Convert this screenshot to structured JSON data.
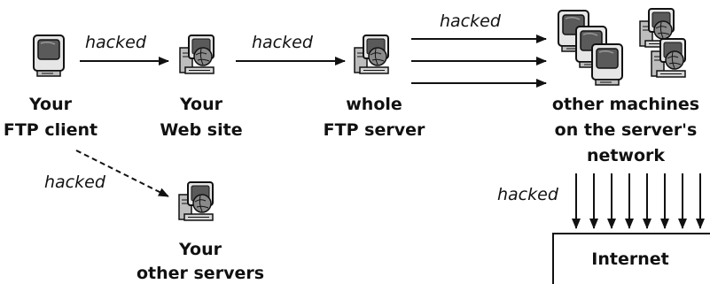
{
  "nodes": {
    "ftp_client": {
      "line1": "Your",
      "line2": "FTP client",
      "icon": "computer-icon"
    },
    "web_site": {
      "line1": "Your",
      "line2": "Web site",
      "icon": "server-icon"
    },
    "ftp_server": {
      "line1": "whole",
      "line2": "FTP server",
      "icon": "server-icon"
    },
    "other_machines": {
      "line1": "other machines",
      "line2": "on the server's",
      "line3": "network",
      "icon": "computer-group-icon"
    },
    "other_servers": {
      "line1": "Your",
      "line2": "other servers",
      "icon": "server-icon"
    },
    "internet": {
      "label": "Internet"
    }
  },
  "edges": {
    "client_to_web": "hacked",
    "web_to_ftp": "hacked",
    "ftp_to_machines": "hacked",
    "client_to_other_servers": "hacked",
    "internet_to_network": "hacked"
  },
  "colors": {
    "ink": "#111111",
    "screen": "#5a5a5a",
    "body_light": "#e6e6e6",
    "body_mid": "#bdbdbd",
    "globe": "#8a8a8a"
  }
}
